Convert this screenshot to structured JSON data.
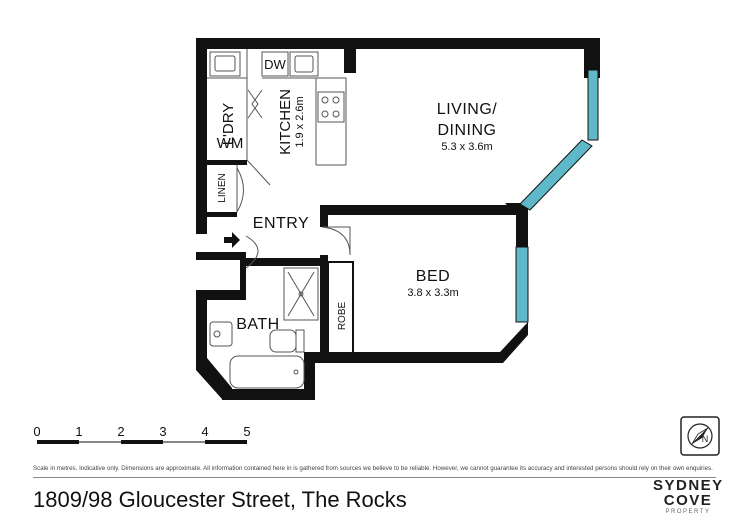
{
  "rooms": {
    "laundry": "L'DRY",
    "washing_machine": "WM",
    "dishwasher": "DW",
    "kitchen_name": "KITCHEN",
    "kitchen_size": "1.9 x 2.6m",
    "living_line1": "LIVING/",
    "living_line2": "DINING",
    "living_size": "5.3 x 3.6m",
    "linen": "LINEN",
    "entry": "ENTRY",
    "bed_name": "BED",
    "bed_size": "3.8 x 3.3m",
    "robe": "ROBE",
    "bath": "BATH"
  },
  "scale": {
    "ticks": [
      "0",
      "1",
      "2",
      "3",
      "4",
      "5"
    ],
    "unit": "metres"
  },
  "north_icon": "compass-north-icon",
  "disclaimer": "Scale in metres. Indicative only. Dimensions are approximate. All information contained here in is gathered from sources we believe to be reliable. However, we cannot guarantee its accuracy and interested persons should rely on their own enquiries.",
  "address": "1809/98 Gloucester Street, The Rocks",
  "brand": {
    "line1": "SYDNEY",
    "line2": "COVE",
    "line3": "PROPERTY"
  },
  "colors": {
    "wall": "#111111",
    "window": "#5fb8c8",
    "line": "#555555"
  }
}
